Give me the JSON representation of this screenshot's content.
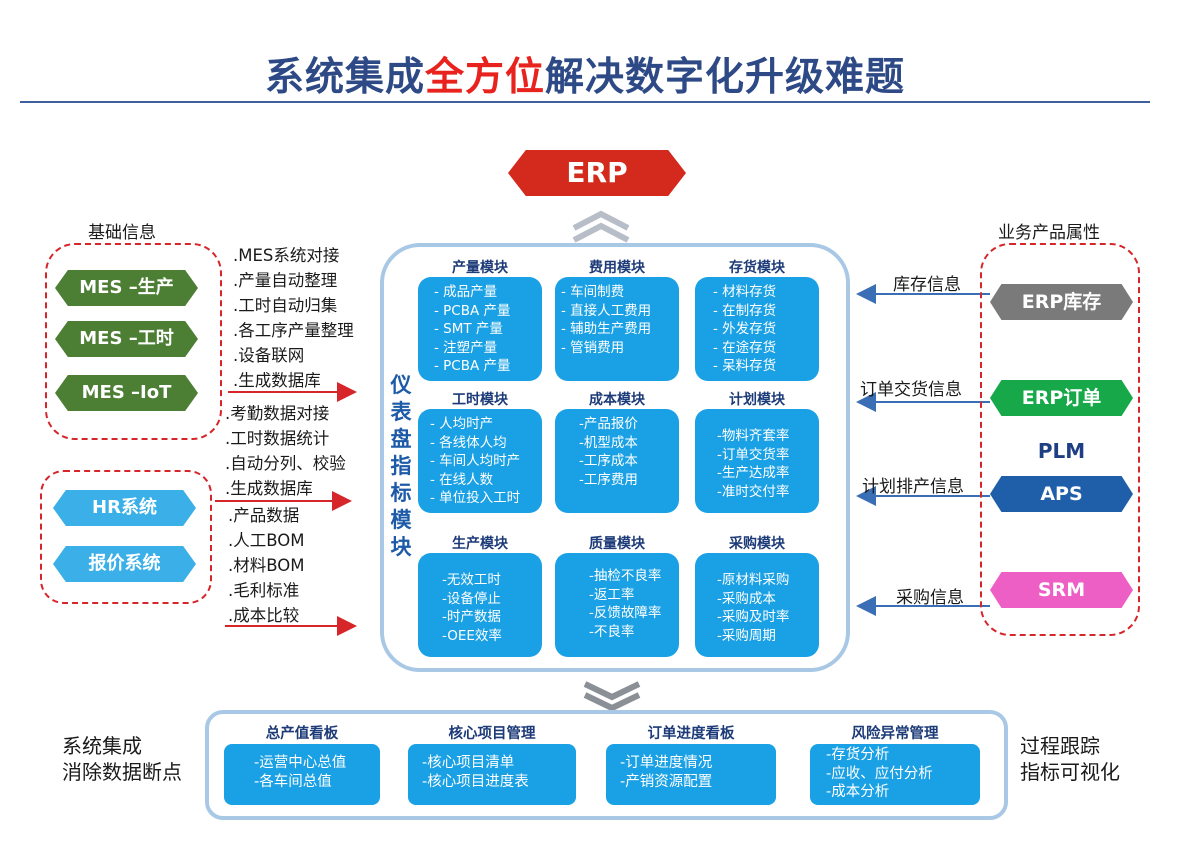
{
  "title": {
    "part1": "系统集成",
    "highlight": "全方位",
    "part2": "解决数字化升级难题"
  },
  "erp_top": "ERP",
  "left": {
    "group1_label": "基础信息",
    "group1_pills": [
      "MES –生产",
      "MES –工时",
      "MES –IoT"
    ],
    "group2_pills": [
      "HR系统",
      "报价系统"
    ],
    "mes_lines": [
      ".MES系统对接",
      ".产量自动整理",
      ".工时自动归集",
      ".各工序产量整理",
      ".设备联网",
      ".生成数据库"
    ],
    "hr_lines": [
      ".考勤数据对接",
      ".工时数据统计",
      ".自动分列、校验",
      ".生成数据库"
    ],
    "quote_lines": [
      ".产品数据",
      ".人工BOM",
      ".材料BOM",
      ".毛利标准",
      ".成本比较"
    ]
  },
  "dashboard": {
    "vertical_label": [
      "仪",
      "表",
      "盘",
      "指",
      "标",
      "模",
      "块"
    ],
    "modules": [
      {
        "title": "产量模块",
        "items": [
          "- 成品产量",
          "- PCBA 产量",
          "- SMT 产量",
          "- 注塑产量",
          "- PCBA 产量"
        ]
      },
      {
        "title": "费用模块",
        "items": [
          "- 车间制费",
          "- 直接人工费用",
          "- 辅助生产费用",
          "- 管销费用"
        ]
      },
      {
        "title": "存货模块",
        "items": [
          "- 材料存货",
          "- 在制存货",
          "- 外发存货",
          "- 在途存货",
          "- 呆料存货"
        ]
      },
      {
        "title": "工时模块",
        "items": [
          "- 人均时产",
          "- 各线体人均",
          "- 车间人均时产",
          "- 在线人数",
          "- 单位投入工时"
        ]
      },
      {
        "title": "成本模块",
        "items": [
          "-产品报价",
          "-机型成本",
          "-工序成本",
          "-工序费用"
        ]
      },
      {
        "title": "计划模块",
        "items": [
          "-物料齐套率",
          "-订单交货率",
          "-生产达成率",
          "-准时交付率"
        ]
      },
      {
        "title": "生产模块",
        "items": [
          "-无效工时",
          "-设备停止",
          "-时产数据",
          "-OEE效率"
        ]
      },
      {
        "title": "质量模块",
        "items": [
          "-抽检不良率",
          "-返工率",
          "-反馈故障率",
          "-不良率"
        ]
      },
      {
        "title": "采购模块",
        "items": [
          "-原材料采购",
          "-采购成本",
          "-采购及时率",
          "-采购周期"
        ]
      }
    ]
  },
  "right": {
    "group_label": "业务产品属性",
    "flows": [
      {
        "label": "库存信息",
        "pill": "ERP库存",
        "color": "#7a7a7a"
      },
      {
        "label": "订单交货信息",
        "pill": "ERP订单",
        "color": "#17a84a"
      },
      {
        "label": "计划排产信息",
        "pill": "APS",
        "color": "#1f5ea8"
      },
      {
        "label": "采购信息",
        "pill": "SRM",
        "color": "#ee5fc6"
      }
    ],
    "plm": "PLM"
  },
  "bottom": {
    "left_note": [
      "系统集成",
      "消除数据断点"
    ],
    "right_note": [
      "过程跟踪",
      "指标可视化"
    ],
    "boards": [
      {
        "title": "总产值看板",
        "items": [
          "-运营中心总值",
          "-各车间总值"
        ]
      },
      {
        "title": "核心项目管理",
        "items": [
          "-核心项目清单",
          "-核心项目进度表"
        ]
      },
      {
        "title": "订单进度看板",
        "items": [
          "-订单进度情况",
          "-产销资源配置"
        ]
      },
      {
        "title": "风险异常管理",
        "items": [
          "-存货分析",
          "-应收、应付分析",
          "-成本分析"
        ]
      }
    ]
  }
}
